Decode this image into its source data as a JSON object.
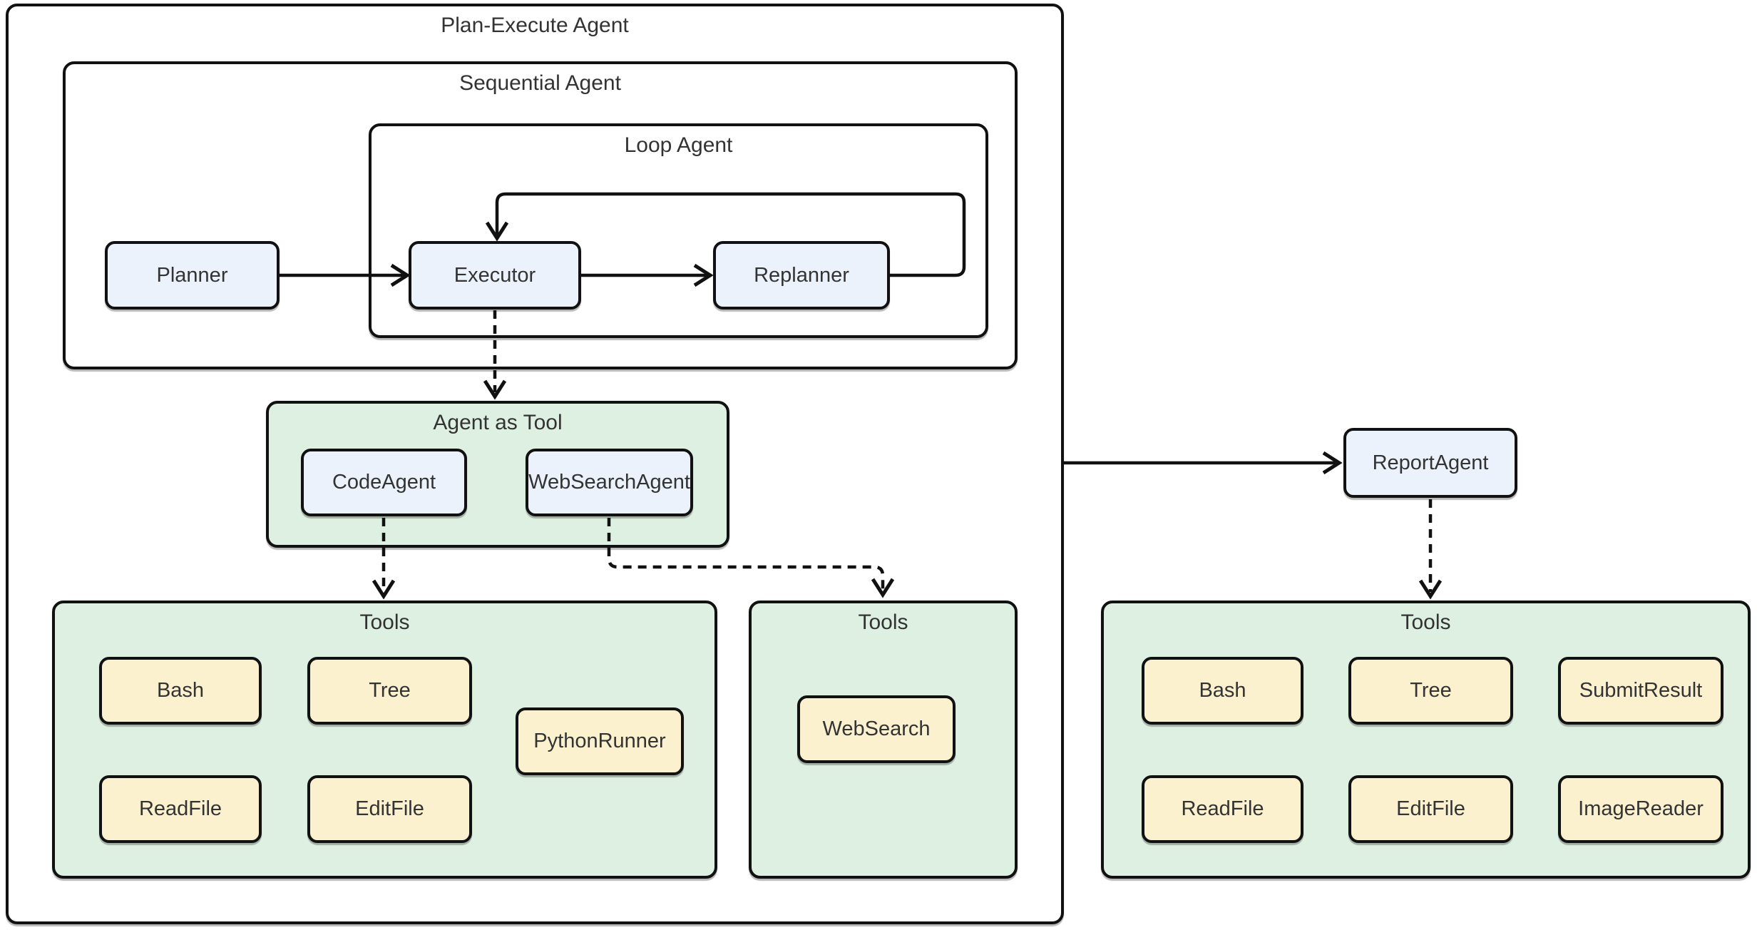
{
  "title": "Plan-Execute Agent",
  "groups": {
    "sequential": {
      "title": "Sequential Agent"
    },
    "loop": {
      "title": "Loop Agent"
    },
    "agent_as_tool": {
      "title": "Agent as Tool"
    },
    "tools_left": {
      "title": "Tools"
    },
    "tools_mid": {
      "title": "Tools"
    },
    "tools_right": {
      "title": "Tools"
    }
  },
  "nodes": {
    "planner": "Planner",
    "executor": "Executor",
    "replanner": "Replanner",
    "code_agent": "CodeAgent",
    "web_search_agent": "WebSearchAgent",
    "report_agent": "ReportAgent",
    "web_search": "WebSearch"
  },
  "tools_left_items": [
    "Bash",
    "Tree",
    "PythonRunner",
    "ReadFile",
    "EditFile"
  ],
  "tools_mid_items": [
    "WebSearch"
  ],
  "tools_right_items": [
    "Bash",
    "Tree",
    "SubmitResult",
    "ReadFile",
    "EditFile",
    "ImageReader"
  ],
  "colors": {
    "agent_node_fill": "#ECF2FB",
    "group_fill": "#DEF0E2",
    "tool_fill": "#FCF1CF",
    "border": "#111111",
    "arrow": "#111111",
    "text": "#333333"
  }
}
